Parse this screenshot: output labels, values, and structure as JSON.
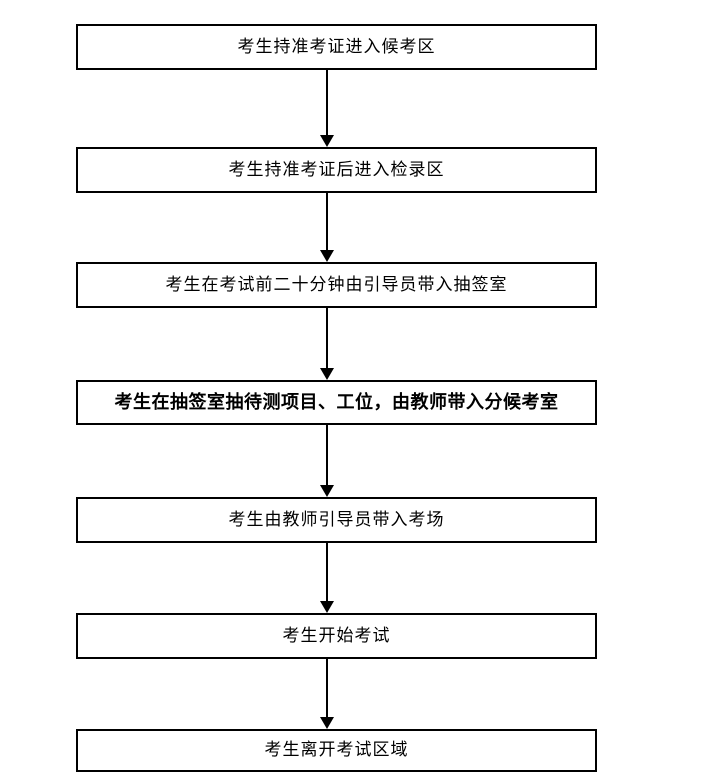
{
  "flowchart": {
    "type": "vertical-flow",
    "connector_style": "arrow-down",
    "colors": {
      "background": "#ffffff",
      "box_border": "#000000",
      "box_fill": "#ffffff",
      "text": "#000000",
      "arrow": "#000000"
    },
    "steps": [
      {
        "label": "考生持准考证进入候考区",
        "bold": false
      },
      {
        "label": "考生持准考证后进入检录区",
        "bold": false
      },
      {
        "label": "考生在考试前二十分钟由引导员带入抽签室",
        "bold": false
      },
      {
        "label": "考生在抽签室抽待测项目、工位，由教师带入分候考室",
        "bold": true
      },
      {
        "label": "考生由教师引导员带入考场",
        "bold": false
      },
      {
        "label": "考生开始考试",
        "bold": false
      },
      {
        "label": "考生离开考试区域",
        "bold": false
      }
    ]
  }
}
